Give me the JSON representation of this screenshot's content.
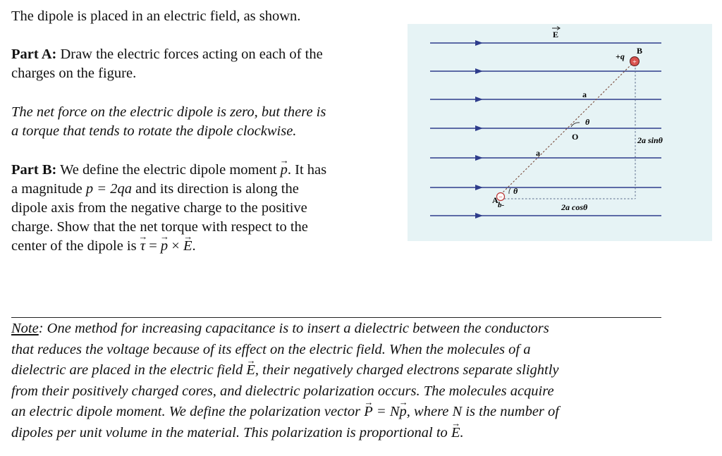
{
  "intro": "The dipole is placed in an electric field, as shown.",
  "partA": {
    "label": "Part A:",
    "line1": "Draw the electric forces acting on each of the",
    "line2": "charges on the figure."
  },
  "net_force": {
    "line1": "The net force on the electric dipole is zero, but there is",
    "line2": "a torque that tends to rotate the dipole clockwise."
  },
  "partB": {
    "label": "Part B:",
    "l1a": "We define the electric dipole moment",
    "l1sym": "p",
    "l1b": ". It has",
    "l2a": "a magnitude",
    "l2eq": "p = 2qa",
    "l2b": "and its direction is along the",
    "l3": "dipole axis from the negative charge to the positive",
    "l4": "charge. Show that the net torque with respect to the",
    "l5a": "center of the dipole is",
    "tau": "τ",
    "eq_sign": " = ",
    "p": "p",
    "times": " × ",
    "E": "E",
    "l5end": "."
  },
  "note": {
    "label": "Note",
    "l1": ": One method for increasing capacitance is to insert a dielectric between the conductors",
    "l2": "that reduces the voltage because of its effect on the electric field. When the molecules of a",
    "l3a": "dielectric are placed in the electric field",
    "E": "E",
    "l3b": ", their negatively charged electrons separate slightly",
    "l4": "from their positively charged cores, and dielectric polarization occurs. The molecules acquire",
    "l5a": "an electric dipole moment. We define the polarization vector",
    "P": "P",
    "eq": " = N",
    "p": "p",
    "l5b": ", where N is the number of",
    "l6a": "dipoles per unit volume in the material. This polarization is proportional to",
    "E2": "E",
    "l6end": "."
  },
  "figure": {
    "bg_color": "#e6f3f5",
    "field_color": "#2e3c8c",
    "field_label": "E",
    "pos_charge": "+q",
    "pos_point": "B",
    "neg_charge": "-q",
    "neg_point": "A",
    "center": "O",
    "seg_upper": "a",
    "seg_lower": "a",
    "theta_center": "θ",
    "theta_A": "θ",
    "vertical_label": "2a sinθ",
    "horizontal_label": "2a cosθ"
  }
}
